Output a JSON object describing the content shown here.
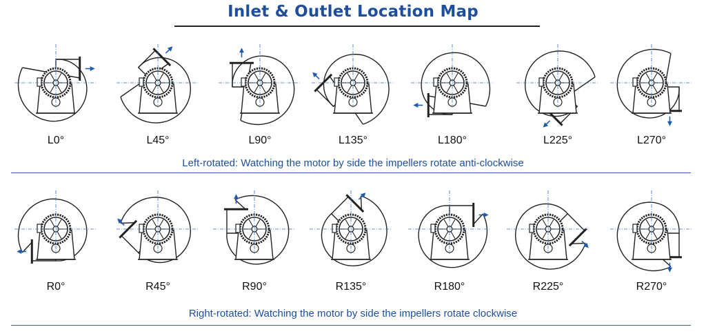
{
  "title": "Inlet & Outlet Location Map",
  "left_row": {
    "caption": "Left-rotated:  Watching the motor by side the impellers rotate anti-clockwise",
    "items": [
      {
        "label": "L0°",
        "angle": 0,
        "hand": "L"
      },
      {
        "label": "L45°",
        "angle": 45,
        "hand": "L"
      },
      {
        "label": "L90°",
        "angle": 90,
        "hand": "L"
      },
      {
        "label": "L135°",
        "angle": 135,
        "hand": "L"
      },
      {
        "label": "L180°",
        "angle": 180,
        "hand": "L"
      },
      {
        "label": "L225°",
        "angle": 225,
        "hand": "L"
      },
      {
        "label": "L270°",
        "angle": 270,
        "hand": "L"
      }
    ]
  },
  "right_row": {
    "caption": "Right-rotated:  Watching the motor by side the impellers rotate clockwise",
    "items": [
      {
        "label": "R0°",
        "angle": 0,
        "hand": "R"
      },
      {
        "label": "R45°",
        "angle": 45,
        "hand": "R"
      },
      {
        "label": "R90°",
        "angle": 90,
        "hand": "R"
      },
      {
        "label": "R135°",
        "angle": 135,
        "hand": "R"
      },
      {
        "label": "R180°",
        "angle": 180,
        "hand": "R"
      },
      {
        "label": "R225°",
        "angle": 225,
        "hand": "R"
      },
      {
        "label": "R270°",
        "angle": 270,
        "hand": "R"
      }
    ]
  },
  "colors": {
    "accent": "#1e4f9c",
    "line": "#222222",
    "arrow": "#1f5bb0"
  },
  "icons": {
    "fan": "centrifugal-fan-icon",
    "arrow": "airflow-arrow-icon"
  }
}
